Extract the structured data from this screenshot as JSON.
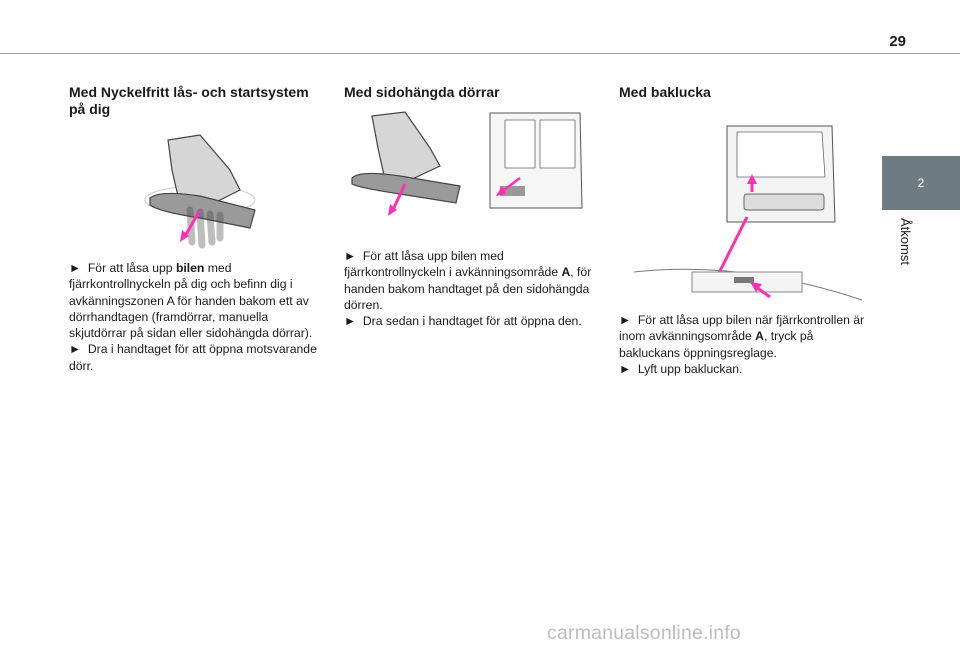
{
  "page_number": "29",
  "chapter_tab": {
    "number": "2",
    "label": "Åtkomst"
  },
  "columns": [
    {
      "heading": "Med Nyckelfritt lås- och startsystem på dig",
      "p1_pre": "För att låsa upp ",
      "p1_bold": "bilen",
      "p1_post": " med fjärrkontrollnyckeln på dig och befinn dig i avkänningszonen A för handen bakom ett av dörrhandtagen (framdörrar, manuella skjutdörrar på sidan eller sidohängda dörrar).",
      "p2": "Dra i handtaget för att öppna motsvarande dörr."
    },
    {
      "heading": "Med sidohängda dörrar",
      "p1_pre": "För att låsa upp bilen med fjärrkontrollnyckeln i avkänningsområde ",
      "p1_bold": "A",
      "p1_post": ", för handen bakom handtaget på den sidohängda dörren.",
      "p2": "Dra sedan i handtaget för att öppna den."
    },
    {
      "heading": "Med baklucka",
      "p1_pre": "För att låsa upp bilen när fjärrkontrollen är inom avkänningsområde ",
      "p1_bold": "A",
      "p1_post": ", tryck på bakluckans öppningsreglage.",
      "p2": "Lyft upp bakluckan."
    }
  ],
  "bullet_glyph": "►",
  "watermark": "carmanualsonline.info",
  "colors": {
    "accent": "#ff2fb4",
    "tab": "#6e7b80",
    "rule": "#9a9a9a"
  }
}
